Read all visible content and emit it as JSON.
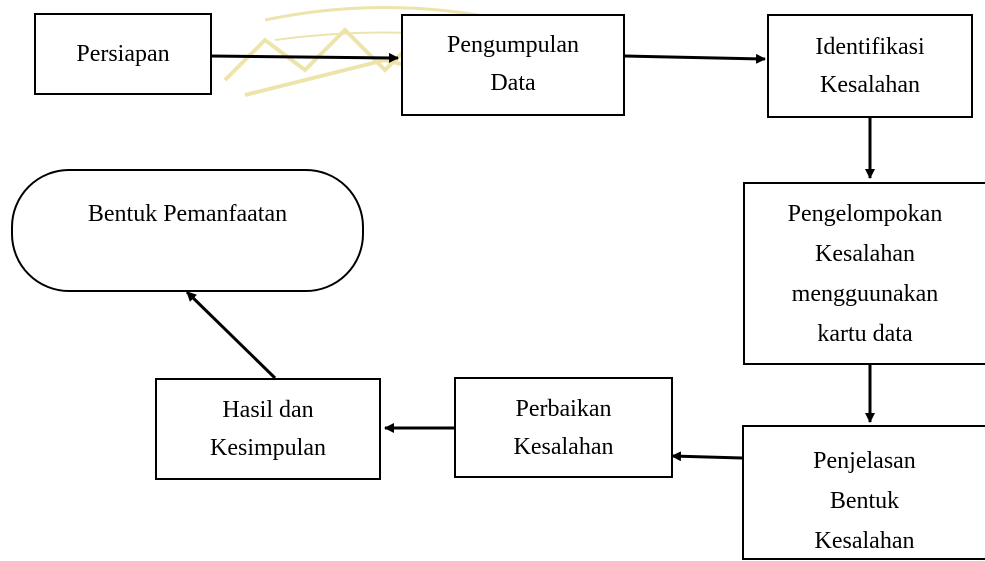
{
  "nodes": {
    "persiapan": "Persiapan",
    "pengumpulan_data": "Pengumpulan\nData",
    "identifikasi_kesalahan": "Identifikasi\nKesalahan",
    "pengelompokan_kesalahan": "Pengelompokan\nKesalahan\nmengguunakan\nkartu data",
    "penjelasan_bentuk_kesalahan": "Penjelasan\nBentuk\nKesalahan",
    "perbaikan_kesalahan": "Perbaikan\nKesalahan",
    "hasil_dan_kesimpulan": "Hasil dan\nKesimpulan",
    "bentuk_pemanfaatan": "Bentuk Pemanfaatan"
  },
  "colors": {
    "stroke": "#000000",
    "watermark": "#d9c44a"
  }
}
